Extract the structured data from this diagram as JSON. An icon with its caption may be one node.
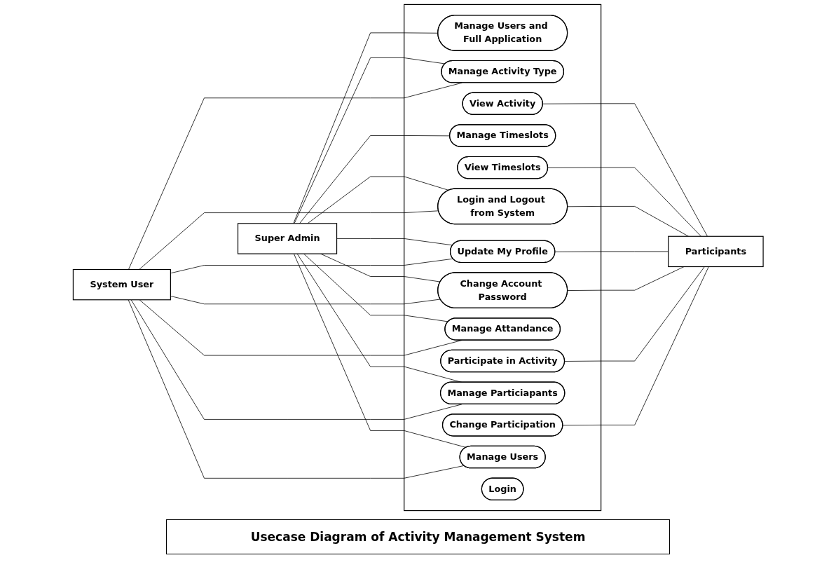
{
  "diagram": {
    "title": "Usecase Diagram of Activity Management System",
    "nodes": [
      {
        "text": [
          "Super Admin"
        ]
      },
      {
        "text": [],
        "shape": "box"
      },
      {
        "text": [
          "Manage Users and Full Application"
        ],
        "in": 1
      },
      {
        "text": [
          "Manage Activity Type"
        ],
        "in": 1
      },
      {
        "text": [
          "View Activity"
        ],
        "in": 1
      },
      {
        "text": [
          "Manage Timeslots"
        ],
        "in": 1
      },
      {
        "text": [
          "View Timeslots"
        ],
        "in": 1
      },
      {
        "text": [
          "Login and Logout from System"
        ],
        "in": 1
      },
      {
        "text": [
          "Update My Profile"
        ],
        "in": 1
      },
      {
        "text": [
          "Change Account Password"
        ],
        "in": 1
      },
      {
        "text": [
          "Manage Attandance"
        ],
        "in": 1
      },
      {
        "text": [
          "Participate in Activity"
        ],
        "in": 1
      },
      {
        "text": [
          "Manage Particiapants"
        ],
        "in": 1
      },
      {
        "text": [
          "Change Participation"
        ],
        "in": 1
      },
      {
        "text": [
          "Manage Users"
        ],
        "in": 1
      },
      {
        "text": [
          "Login"
        ],
        "in": 1
      },
      {
        "text": [
          "System User"
        ]
      },
      {
        "text": [
          "Participants"
        ]
      }
    ],
    "edges": [
      {
        "from": 0,
        "to": 2,
        "arrow": "none"
      },
      {
        "from": 0,
        "to": 3,
        "arrow": "none"
      },
      {
        "from": 0,
        "to": 5,
        "arrow": "none"
      },
      {
        "from": 0,
        "to": 7,
        "arrow": "none"
      },
      {
        "from": 0,
        "to": 8,
        "arrow": "none"
      },
      {
        "from": 0,
        "to": 9,
        "arrow": "none"
      },
      {
        "from": 0,
        "to": 10,
        "arrow": "none"
      },
      {
        "from": 0,
        "to": 12,
        "arrow": "none"
      },
      {
        "from": 0,
        "to": 14,
        "arrow": "none"
      },
      {
        "from": 16,
        "to": 3,
        "arrow": "none"
      },
      {
        "from": 16,
        "to": 7,
        "arrow": "none"
      },
      {
        "from": 16,
        "to": 8,
        "arrow": "none"
      },
      {
        "from": 16,
        "to": 9,
        "arrow": "none"
      },
      {
        "from": 16,
        "to": 10,
        "arrow": "none"
      },
      {
        "from": 16,
        "to": 12,
        "arrow": "none"
      },
      {
        "from": 16,
        "to": 14,
        "arrow": "none"
      },
      {
        "from": 4,
        "to": 17,
        "arrow": "none"
      },
      {
        "from": 6,
        "to": 17,
        "arrow": "none"
      },
      {
        "from": 7,
        "to": 17,
        "arrow": "none"
      },
      {
        "from": 8,
        "to": 17,
        "arrow": "none"
      },
      {
        "from": 9,
        "to": 17,
        "arrow": "none"
      },
      {
        "from": 11,
        "to": 17,
        "arrow": "none"
      },
      {
        "from": 13,
        "to": 17,
        "arrow": "none"
      }
    ]
  }
}
